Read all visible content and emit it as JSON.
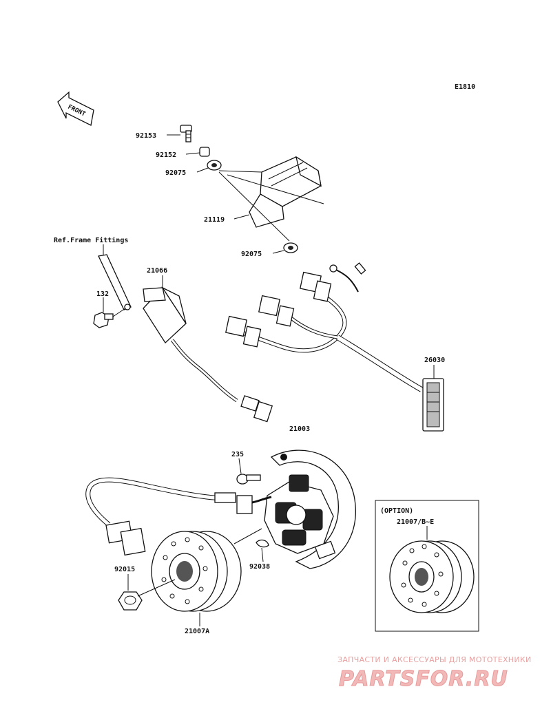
{
  "diagram_code": "E1810",
  "front_label": "FRONT",
  "ref_note": "Ref.Frame Fittings",
  "option": {
    "title": "(OPTION)",
    "part": "21007/B~E"
  },
  "parts": {
    "p92153": "92153",
    "p92152": "92152",
    "p92075_top": "92075",
    "p21119": "21119",
    "p92075_bottom": "92075",
    "p21066": "21066",
    "p132": "132",
    "p26030": "26030",
    "p21003": "21003",
    "p235": "235",
    "p92015": "92015",
    "p92038": "92038",
    "p21007A": "21007A"
  },
  "watermark": {
    "tagline": "ЗАПЧАСТИ И АКСЕССУАРЫ ДЛЯ МОТОТЕХНИКИ",
    "brand": "PARTSFOR.RU"
  }
}
